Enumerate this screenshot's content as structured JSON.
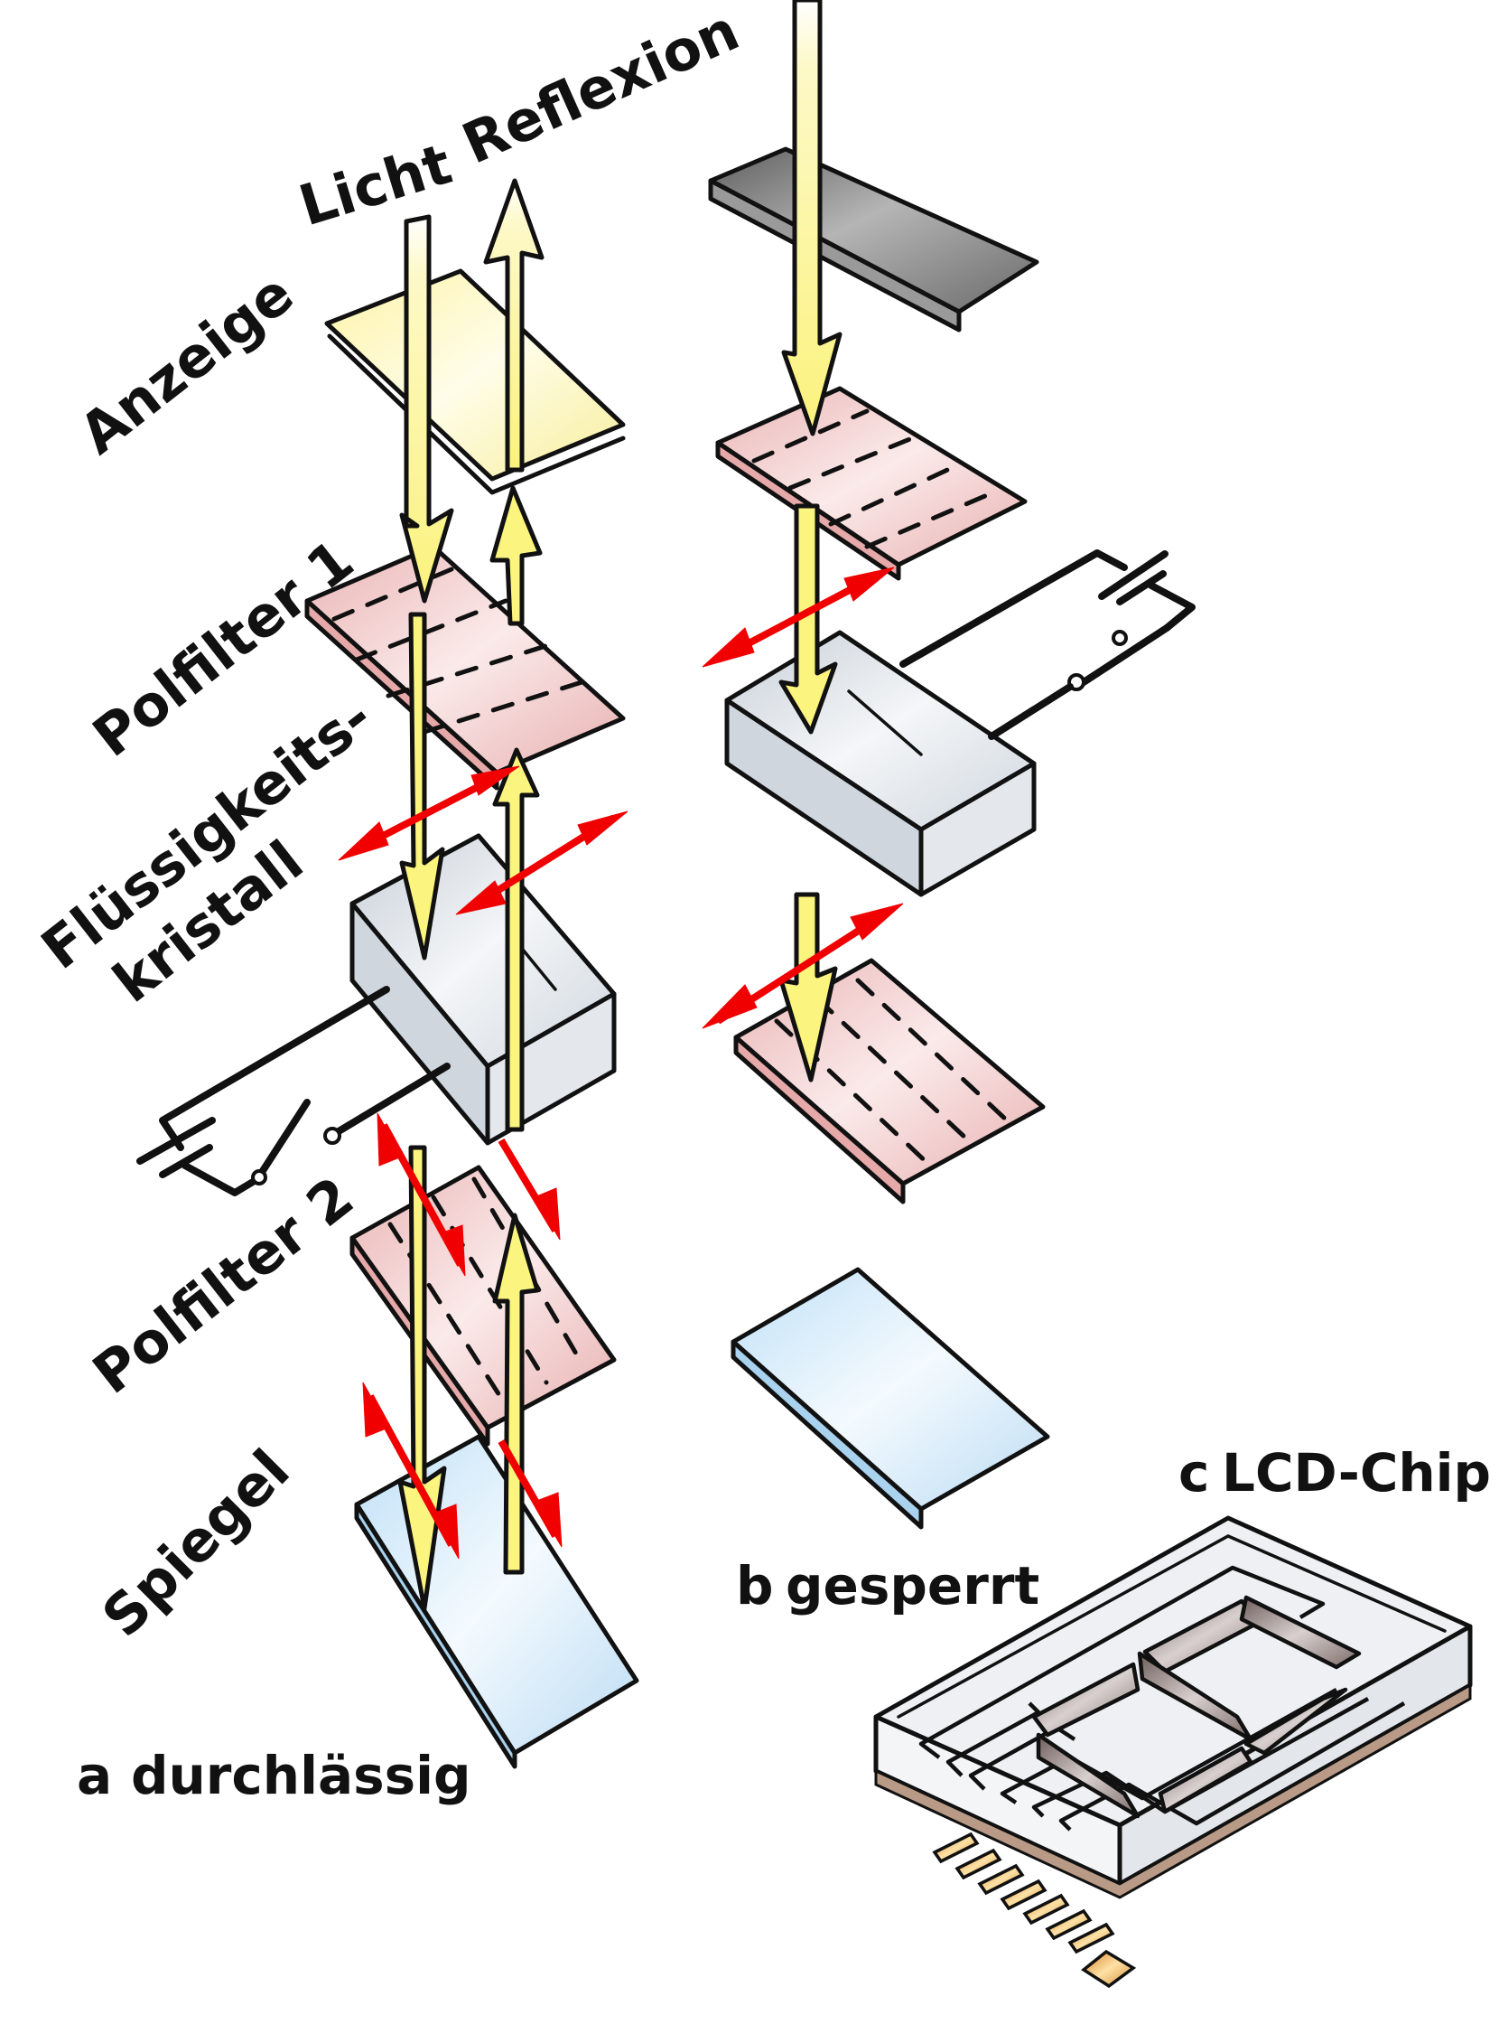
{
  "figure": {
    "labels": {
      "light": "Licht",
      "reflection": "Reflexion",
      "display": "Anzeige",
      "polfilter1": "Polfilter 1",
      "liquid_crystal_line1": "Flüssigkeits-",
      "liquid_crystal_line2": "kristall",
      "polfilter2": "Polfilter 2",
      "mirror": "Spiegel"
    },
    "panels": {
      "a": {
        "letter": "a",
        "caption": "durchlässig"
      },
      "b": {
        "letter": "b",
        "caption": "gesperrt"
      },
      "c": {
        "letter": "c",
        "caption": "LCD-Chip"
      }
    },
    "colors": {
      "light_beam": "#fbf58a",
      "light_beam_pale": "#fdfbd8",
      "polarization_arrow": "#f00000",
      "polfilter": "#efc0c0",
      "display_plate_transmissive": "#f9f5b6",
      "display_plate_blocked": "#8c8c8c",
      "liquid_crystal": "#dfe4ea",
      "mirror": "#cde6f7",
      "chip_segment": "#7b6b68",
      "chip_pad": "#e39a3a",
      "outline": "#111111"
    }
  }
}
